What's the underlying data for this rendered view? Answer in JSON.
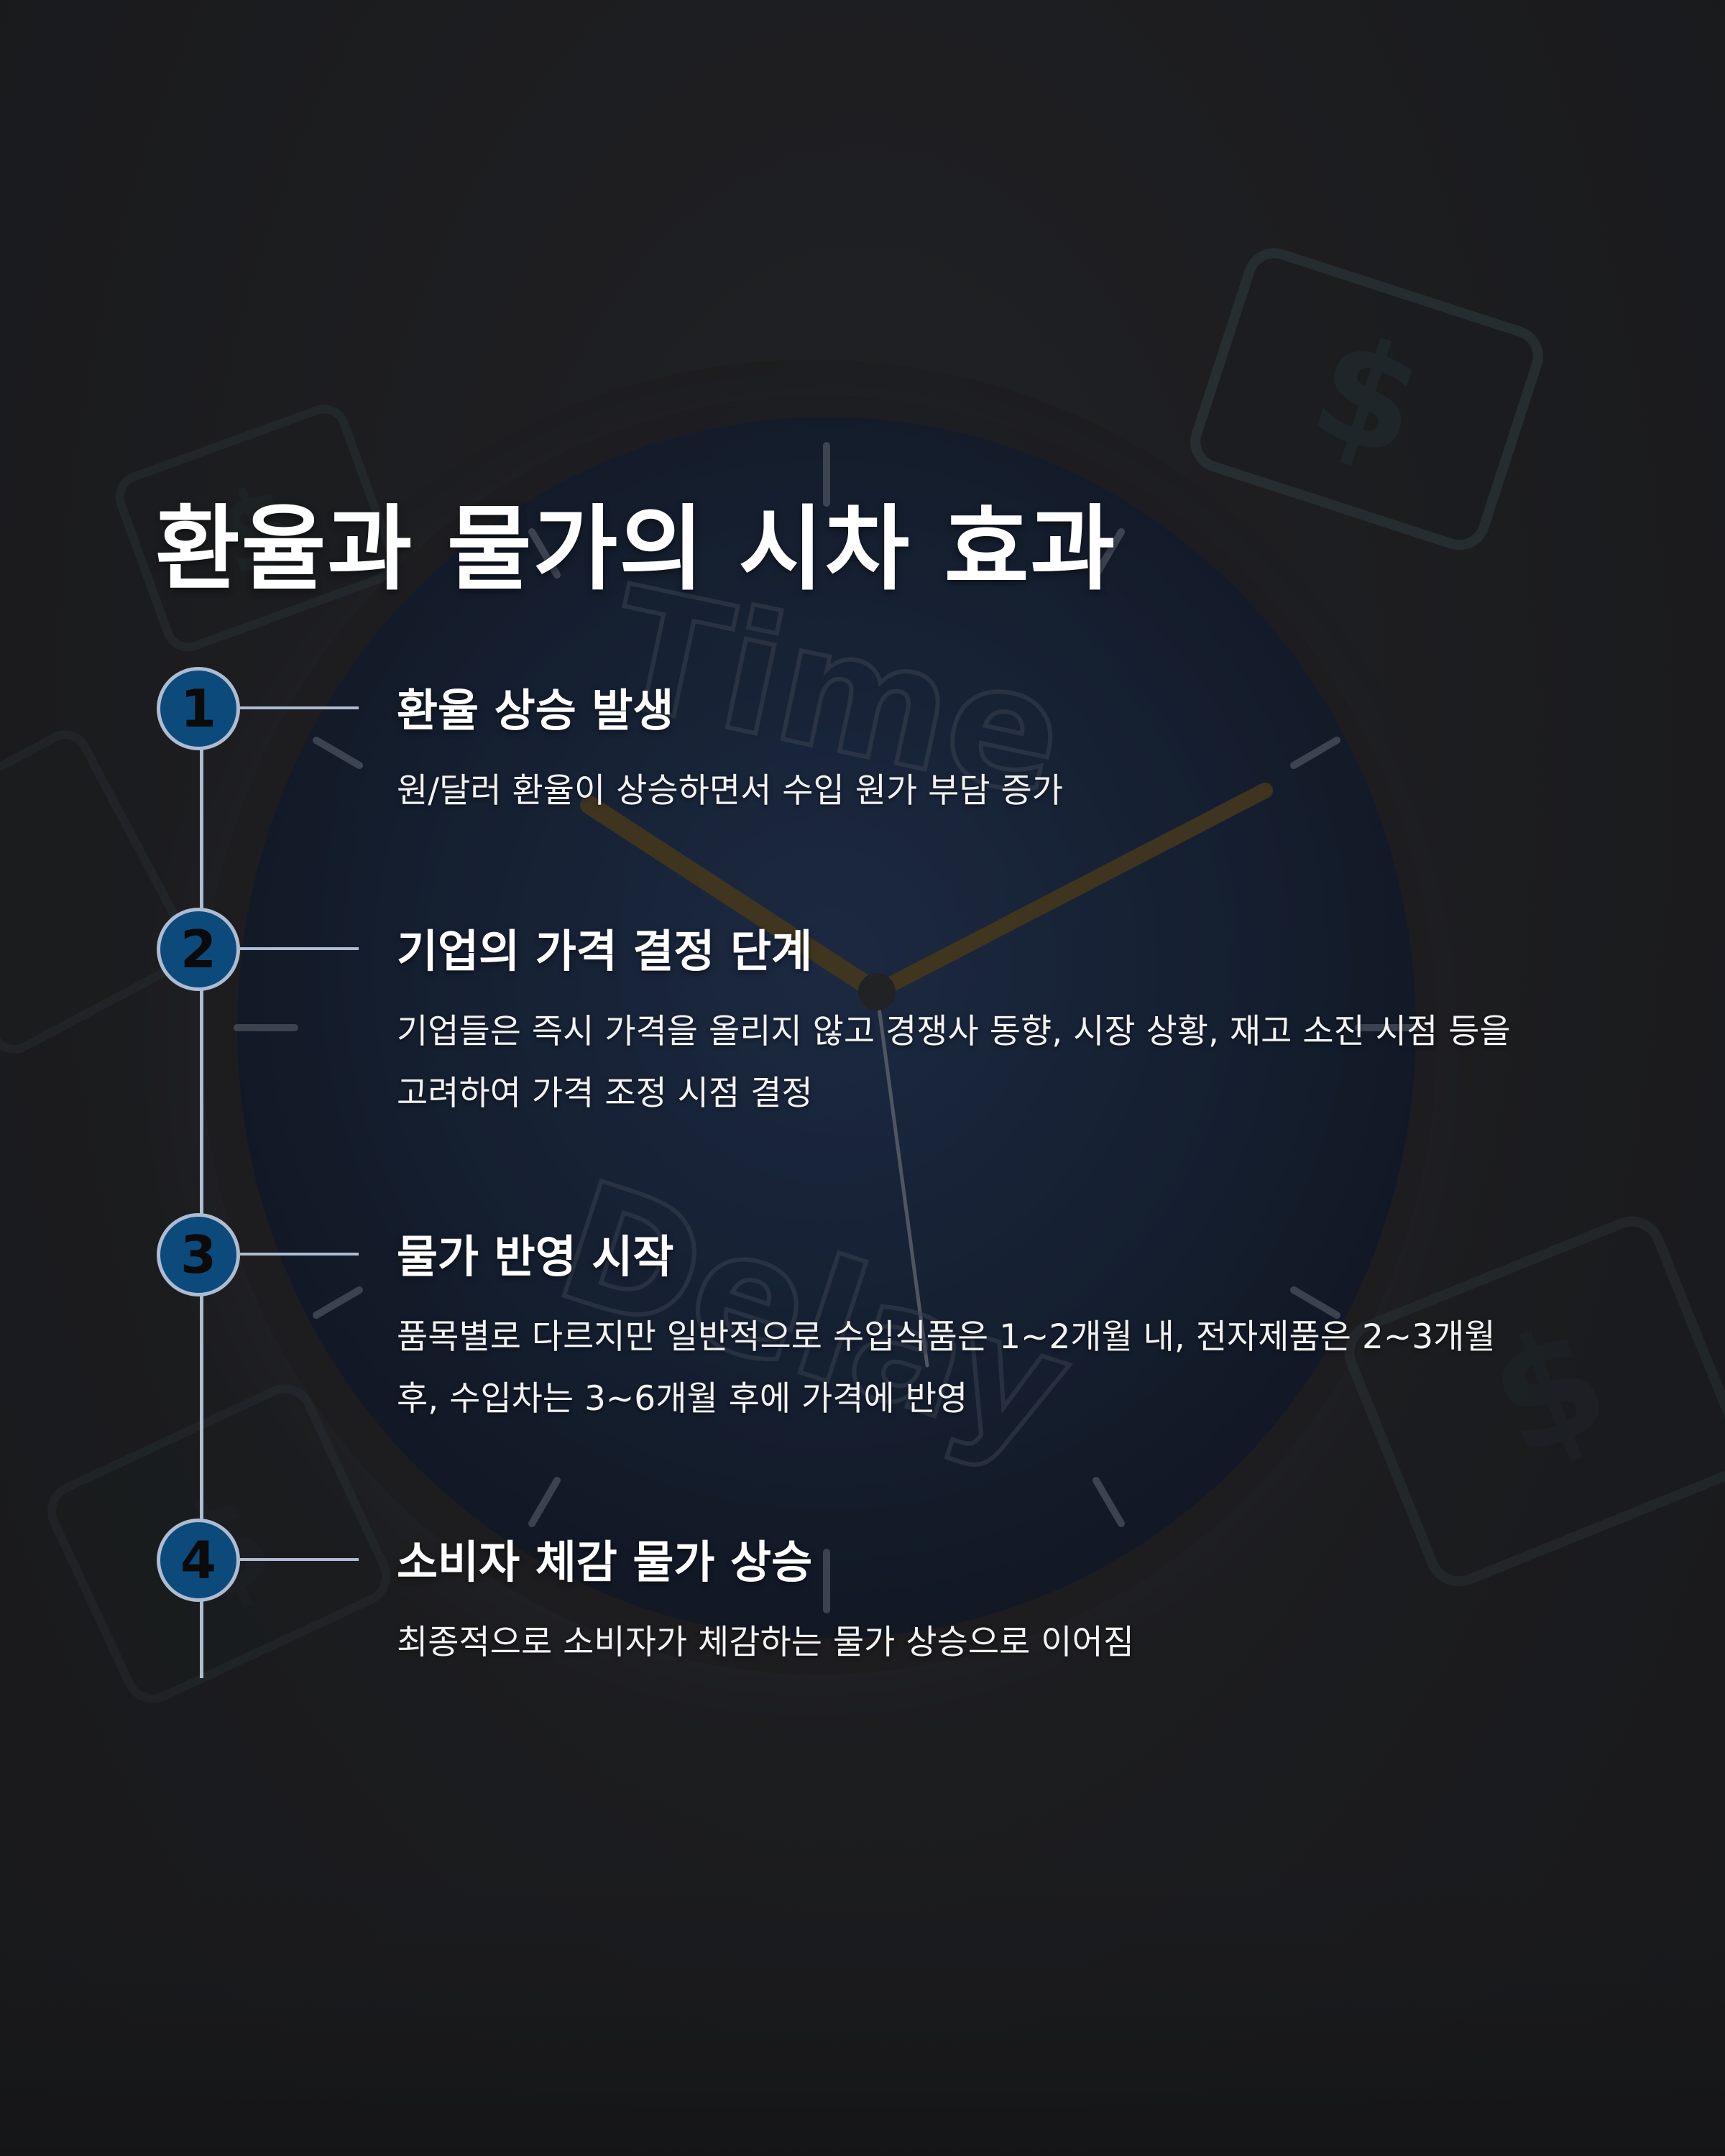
{
  "title": "환율과 물가의 시차 효과",
  "steps": [
    {
      "number": "1",
      "title": "환율 상승 발생",
      "description": "원/달러 환율이 상승하면서 수입 원가 부담 증가"
    },
    {
      "number": "2",
      "title": "기업의 가격 결정 단계",
      "description": "기업들은 즉시 가격을 올리지 않고 경쟁사 동향, 시장 상황, 재고 소진 시점 등을 고려하여 가격 조정 시점 결정"
    },
    {
      "number": "3",
      "title": "물가 반영 시작",
      "description": "품목별로 다르지만 일반적으로 수입식품은 1~2개월 내, 전자제품은 2~3개월 후, 수입차는 3~6개월 후에 가격에 반영"
    },
    {
      "number": "4",
      "title": "소비자 체감 물가 상승",
      "description": "최종적으로 소비자가 체감하는 물가 상승으로 이어짐"
    }
  ],
  "background": {
    "clock_text": [
      "Time",
      "Delay"
    ]
  },
  "colors": {
    "background": "#1e1f21",
    "accent": "#0d4a7c",
    "timeline": "#aebcd2",
    "text": "#ffffff"
  }
}
